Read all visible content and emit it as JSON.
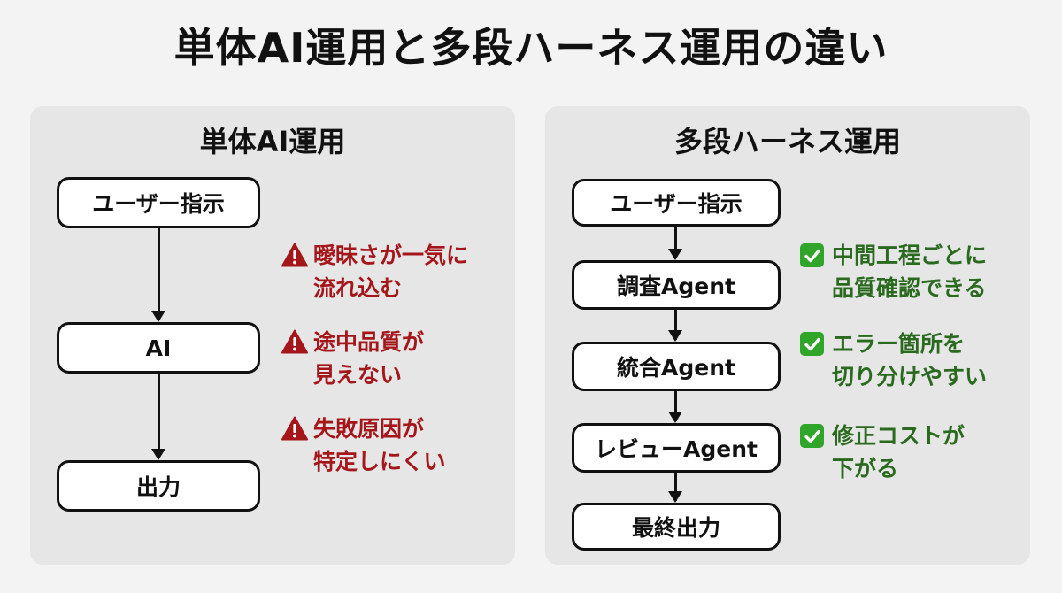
{
  "title": "単体AI運用と多段ハーネス運用の違い",
  "left_panel": {
    "heading": "単体AI運用",
    "steps": [
      "ユーザー指示",
      "AI",
      "出力"
    ],
    "notes": [
      {
        "icon": "warning-icon",
        "lines": "曖昧さが一気に\n流れ込む"
      },
      {
        "icon": "warning-icon",
        "lines": "途中品質が\n見えない"
      },
      {
        "icon": "warning-icon",
        "lines": "失敗原因が\n特定しにくい"
      }
    ]
  },
  "right_panel": {
    "heading": "多段ハーネス運用",
    "steps": [
      "ユーザー指示",
      "調査Agent",
      "統合Agent",
      "レビューAgent",
      "最終出力"
    ],
    "notes": [
      {
        "icon": "check-icon",
        "lines": "中間工程ごとに\n品質確認できる"
      },
      {
        "icon": "check-icon",
        "lines": "エラー箇所を\n切り分けやすい"
      },
      {
        "icon": "check-icon",
        "lines": "修正コストが\n下がる"
      }
    ]
  },
  "colors": {
    "warning": "#a5161b",
    "ok": "#2a6a1f",
    "check_bg": "#2fa52a",
    "panel_bg": "#e6e6e6",
    "page_bg": "#f3f3f3"
  }
}
